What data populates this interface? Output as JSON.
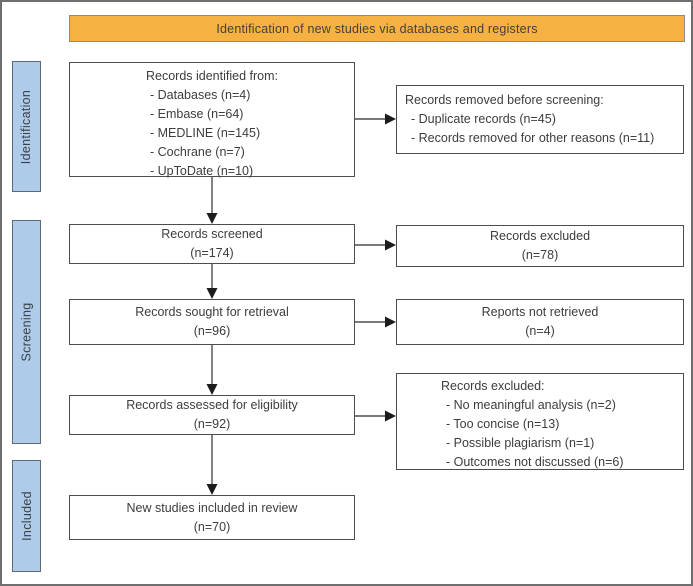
{
  "banner": {
    "label": "Identification of new studies via databases and registers"
  },
  "sidebar": {
    "stages": [
      {
        "label": "Identification"
      },
      {
        "label": "Screening"
      },
      {
        "label": "Included"
      }
    ]
  },
  "flow": {
    "identified": {
      "title": "Records identified from:",
      "items": [
        "- Databases (n=4)",
        "- Embase (n=64)",
        "- MEDLINE (n=145)",
        "- Cochrane (n=7)",
        "- UpToDate (n=10)"
      ]
    },
    "removed_before_screening": {
      "title": "Records removed before screening:",
      "items": [
        "- Duplicate records (n=45)",
        "- Records removed for other reasons (n=11)"
      ]
    },
    "screened": {
      "line1": "Records screened",
      "line2": "(n=174)"
    },
    "records_excluded": {
      "line1": "Records excluded",
      "line2": "(n=78)"
    },
    "sought": {
      "line1": "Records sought for retrieval",
      "line2": "(n=96)"
    },
    "not_retrieved": {
      "line1": "Reports not retrieved",
      "line2": "(n=4)"
    },
    "assessed": {
      "line1": "Records assessed for eligibility",
      "line2": "(n=92)"
    },
    "excluded_reasons": {
      "title": "Records excluded:",
      "items": [
        "- No meaningful analysis (n=2)",
        "- Too concise (n=13)",
        "- Possible plagiarism (n=1)",
        "- Outcomes not discussed (n=6)"
      ]
    },
    "included": {
      "line1": "New studies included in review",
      "line2": "(n=70)"
    }
  },
  "colors": {
    "banner_bg": "#F5B243",
    "sidebar_bg": "#AECBEA",
    "box_border": "#4d4d4d",
    "text": "#3d3d3d",
    "arrow": "#1c1c1c"
  }
}
